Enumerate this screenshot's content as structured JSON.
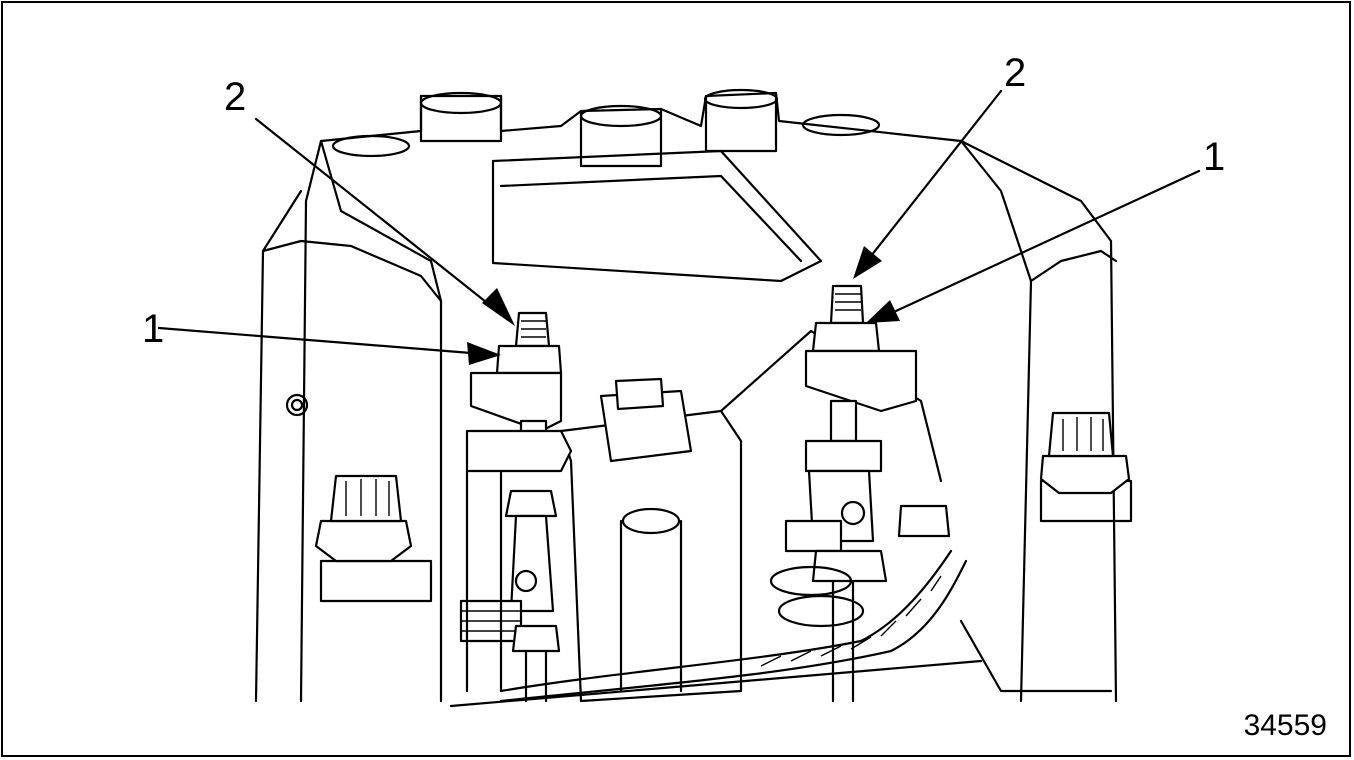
{
  "figure": {
    "figure_number": "34559",
    "callouts": [
      {
        "id": "left-1",
        "label": "1"
      },
      {
        "id": "left-2",
        "label": "2"
      },
      {
        "id": "right-1",
        "label": "1"
      },
      {
        "id": "right-2",
        "label": "2"
      }
    ]
  }
}
